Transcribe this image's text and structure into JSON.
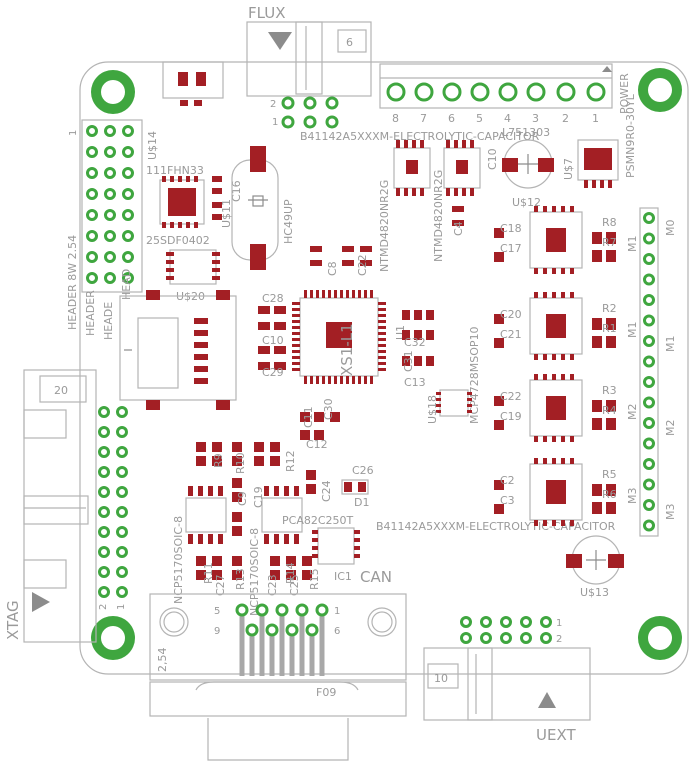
{
  "board": {
    "colors": {
      "pad": "#a31f24",
      "plated": "#3fa63f",
      "silk": "#9a9a9a"
    }
  },
  "connectors": {
    "flux": {
      "name": "FLUX",
      "pins": "6",
      "pin_a": "2",
      "pin_b": "1",
      "part": "B41142A5XXXM-ELECTROLYTIC-CAPACITOR"
    },
    "power": {
      "name": "POWER",
      "part": "PSMN9R0-30YL",
      "pins": [
        "8",
        "7",
        "6",
        "5",
        "4",
        "3",
        "2",
        "1"
      ],
      "part2": "L751303"
    },
    "xtag": {
      "name": "XTAG",
      "pins": "20",
      "pin_a": "2",
      "pin_b": "1"
    },
    "can": {
      "name": "CAN",
      "part": "F09",
      "row1_first": "5",
      "row1_last": "1",
      "row2_first": "9",
      "row2_last": "6",
      "pitch": "2,54"
    },
    "uext": {
      "name": "UEXT",
      "pins": "10",
      "pin_a": "1",
      "pin_b": "2"
    },
    "header": {
      "name": "HEADER 8W 2.54",
      "alt1": "HEADER",
      "alt2": "HEADE",
      "alt3": "HEAD",
      "pin1": "1"
    }
  },
  "chips": {
    "u14": "U$14",
    "ftdi": "111FHN33",
    "flash": "25SDF0402",
    "u20": "U$20",
    "xtal": "HC49UP",
    "u11": "U$11",
    "c16": "C16",
    "c8": "C8",
    "c22": "C22",
    "xs1": "XS1-L1",
    "u1": "U1",
    "ntmd_a": "NTMD4820NR2G",
    "ntmd_b": "NTMD4820NR2G",
    "c4": "C4",
    "c10b": "C10",
    "u12": "U$12",
    "u7": "U$7",
    "mcp": "MCP4728MSOP10",
    "u18": "U$18",
    "c28": "C28",
    "c10": "C10",
    "c29": "C29",
    "c32": "C32",
    "c31": "C31",
    "c13": "C13",
    "c11": "C11",
    "c30": "C30",
    "c12": "C12",
    "c26": "C26",
    "c24": "C24",
    "d1": "D1",
    "r9": "R9",
    "r10": "R10",
    "r12": "R12",
    "c9": "C9",
    "c19": "C19",
    "soic_a": "NCP5170SOIC-8",
    "soic_b": "NCP5170SOIC-8",
    "pca": "PCA82C250T",
    "ic1": "IC1",
    "r11": "R11",
    "c27": "C27",
    "r13": "R13",
    "c23": "C23",
    "r14": "R14",
    "c25": "C25",
    "r15": "R15",
    "cap2": "B41142A5XXXM-ELECTROLYTIC-CAPACITOR",
    "u13": "U$13"
  },
  "motor": {
    "caps": [
      "C18",
      "C17",
      "C20",
      "C21",
      "C22",
      "C19",
      "C2",
      "C3"
    ],
    "res": [
      "R8",
      "R7",
      "R2",
      "R1",
      "R3",
      "R4",
      "R5",
      "R6"
    ],
    "m_labels": [
      "M1",
      "M1",
      "M2",
      "M3"
    ],
    "m_side": [
      "M0",
      "M1",
      "M2",
      "M3"
    ]
  }
}
